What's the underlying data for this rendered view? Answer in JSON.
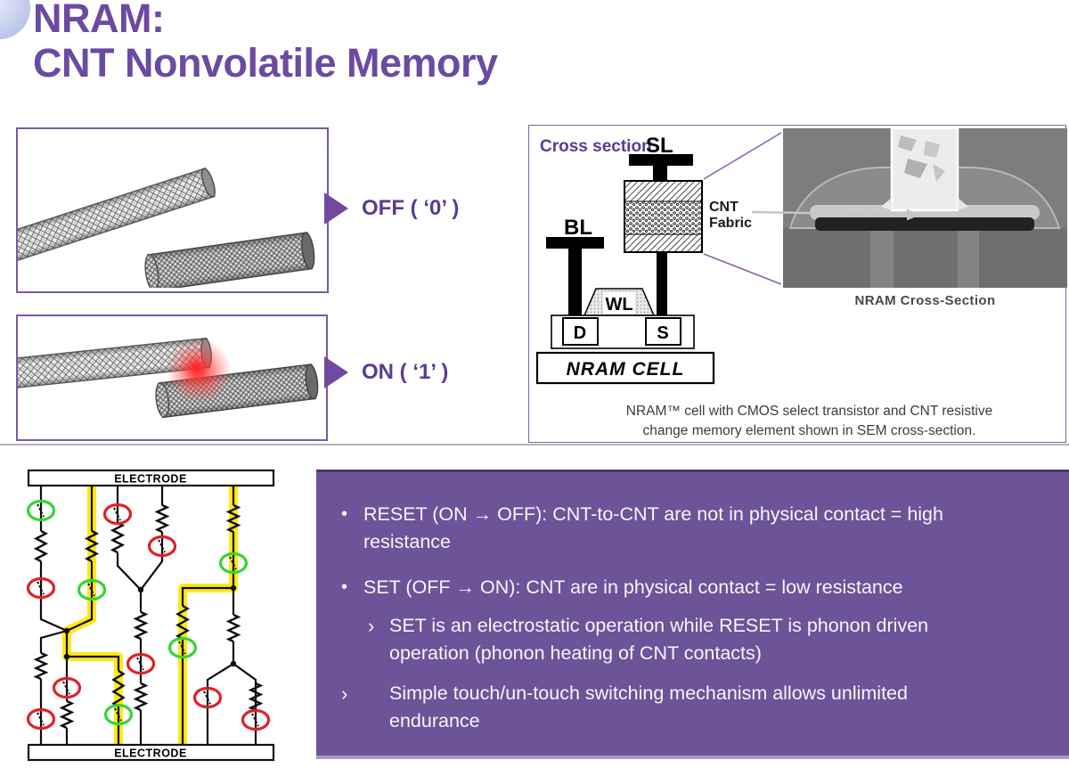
{
  "title": {
    "line1": "NRAM:",
    "line2": "CNT Nonvolatile Memory"
  },
  "states": {
    "off_label": "OFF ( ‘0’ )",
    "on_label": "ON ( ‘1’ )"
  },
  "panel": {
    "cross_section_label": "Cross section",
    "sl_label": "SL",
    "bl_label": "BL",
    "wl_label": "WL",
    "drain_label": "D",
    "source_label": "S",
    "nram_cell_label": "NRAM CELL",
    "cnt_fabric_line1": "CNT",
    "cnt_fabric_line2": "Fabric",
    "sem_caption": "NRAM Cross-Section",
    "caption_line1": "NRAM™ cell with CMOS select transistor and CNT resistive",
    "caption_line2": "change memory element shown in SEM cross-section."
  },
  "circuit": {
    "electrode_top_label": "ELECTRODE",
    "electrode_bottom_label": "ELECTRODE"
  },
  "bullets": [
    {
      "marker": "•",
      "text": "RESET (ON → OFF): CNT-to-CNT are not in physical contact = high resistance"
    },
    {
      "marker": "•",
      "text": "SET (OFF → ON): CNT are in physical contact = low resistance"
    },
    {
      "marker": "›",
      "text": "SET is an electrostatic operation while RESET is phonon driven operation (phonon heating of CNT contacts)"
    },
    {
      "marker": "›",
      "text": "Simple touch/un-touch switching mechanism allows unlimited endurance"
    }
  ],
  "colors": {
    "title_purple": "#6b4aa2",
    "accent_purple": "#6f4a9f",
    "panel_border_purple": "#7e63ab",
    "content_box_purple": "#6d5397",
    "open_contact_red": "#df2127",
    "closed_contact_green": "#35d435",
    "conductive_path_yellow": "#ffe912",
    "heat_glow_red": "#ff2020"
  }
}
